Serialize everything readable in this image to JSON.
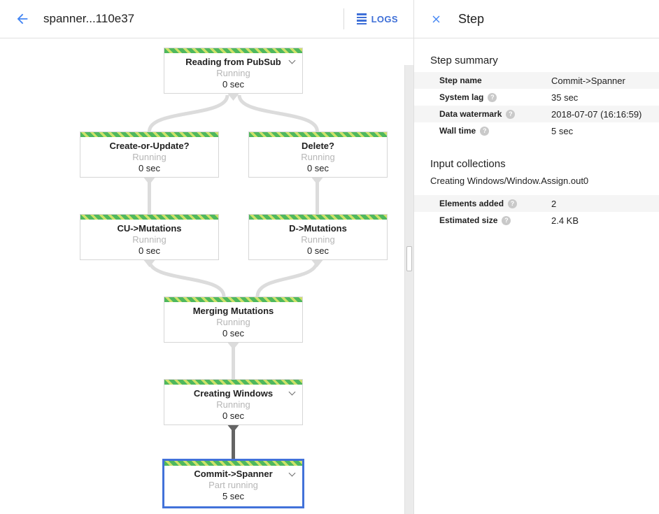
{
  "header": {
    "back_icon": "arrow-left-icon",
    "title": "spanner...110e37",
    "logs_label": "LOGS",
    "accent_blue": "#4285f4"
  },
  "panel": {
    "close_icon": "close-icon",
    "title": "Step",
    "step_summary": {
      "heading": "Step summary",
      "rows": [
        {
          "label": "Step name",
          "value": "Commit->Spanner",
          "help": false
        },
        {
          "label": "System lag",
          "value": "35 sec",
          "help": true
        },
        {
          "label": "Data watermark",
          "value": "2018-07-07 (16:16:59)",
          "help": true
        },
        {
          "label": "Wall time",
          "value": "5 sec",
          "help": true
        }
      ]
    },
    "input_collections": {
      "heading": "Input collections",
      "collection_name": "Creating Windows/Window.Assign.out0",
      "rows": [
        {
          "label": "Elements added",
          "value": "2",
          "help": true
        },
        {
          "label": "Estimated size",
          "value": "2.4 KB",
          "help": true
        }
      ]
    },
    "help_glyph": "?"
  },
  "graph": {
    "nodes": [
      {
        "title": "Reading from PubSub",
        "status": "Running",
        "time": "0 sec",
        "chevron": true,
        "selected": false
      },
      {
        "title": "Create-or-Update?",
        "status": "Running",
        "time": "0 sec",
        "chevron": false,
        "selected": false
      },
      {
        "title": "Delete?",
        "status": "Running",
        "time": "0 sec",
        "chevron": false,
        "selected": false
      },
      {
        "title": "CU->Mutations",
        "status": "Running",
        "time": "0 sec",
        "chevron": false,
        "selected": false
      },
      {
        "title": "D->Mutations",
        "status": "Running",
        "time": "0 sec",
        "chevron": false,
        "selected": false
      },
      {
        "title": "Merging Mutations",
        "status": "Running",
        "time": "0 sec",
        "chevron": false,
        "selected": false
      },
      {
        "title": "Creating Windows",
        "status": "Running",
        "time": "0 sec",
        "chevron": true,
        "selected": false
      },
      {
        "title": "Commit->Spanner",
        "status": "Part running",
        "time": "5 sec",
        "chevron": true,
        "selected": true
      }
    ],
    "colors": {
      "running_stripe_green": "#4fb85e",
      "running_stripe_lime": "#cde26a",
      "selected_border_blue": "#4272d9",
      "edge_light": "#dcdcdc",
      "edge_dark": "#646464"
    }
  }
}
